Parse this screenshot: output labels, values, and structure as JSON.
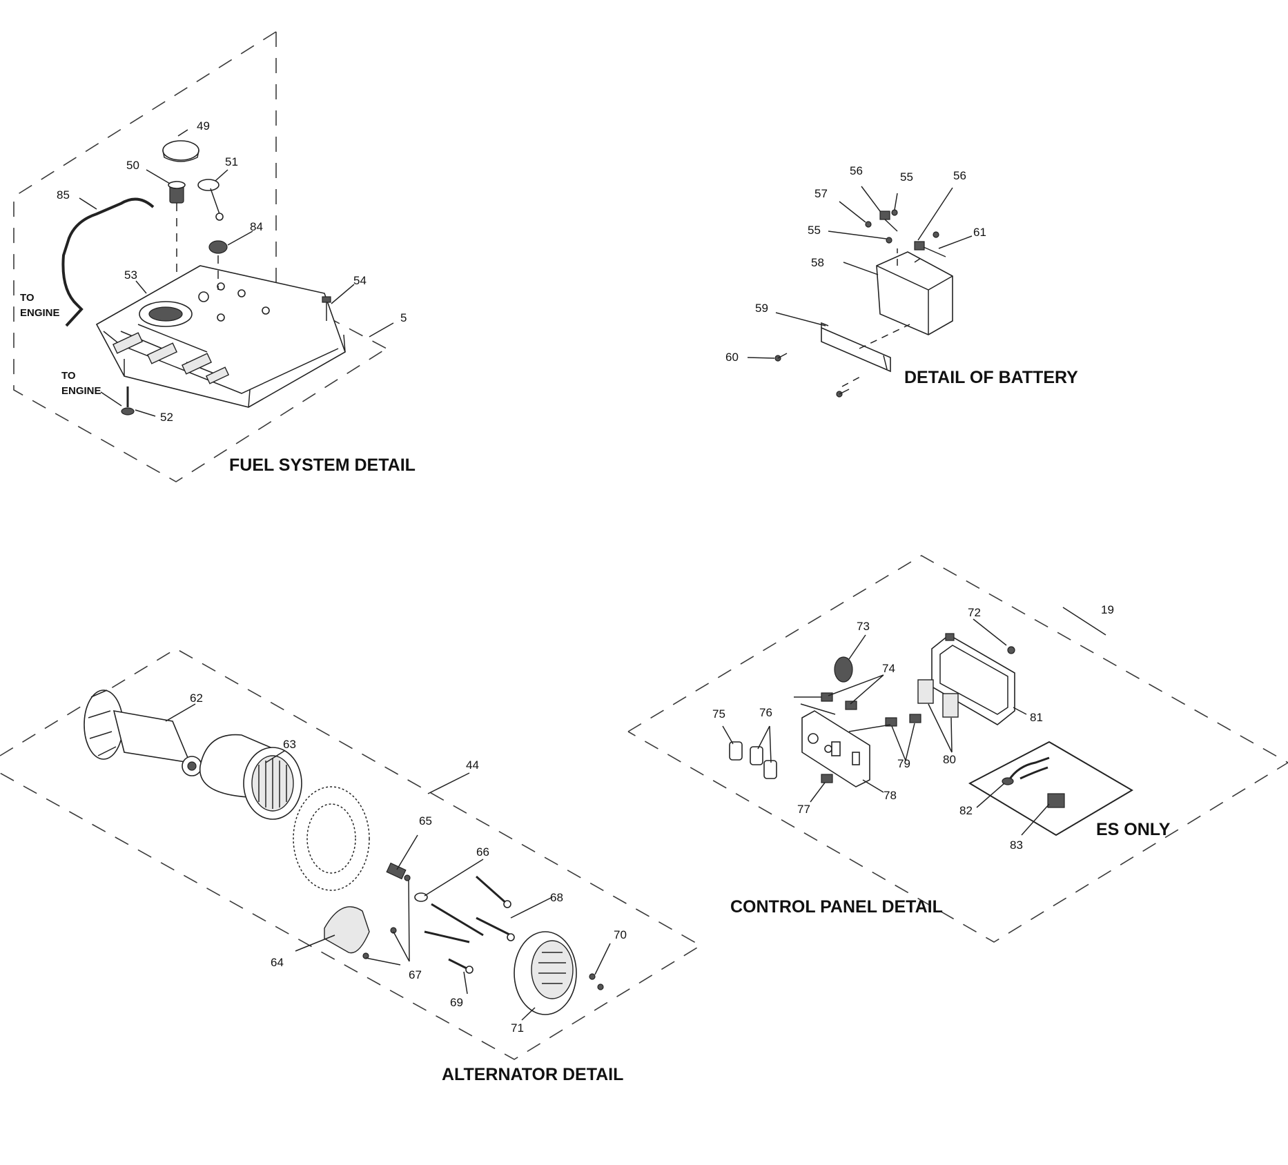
{
  "sections": {
    "fuel": "FUEL SYSTEM DETAIL",
    "battery": "DETAIL OF BATTERY",
    "alternator": "ALTERNATOR DETAIL",
    "control": "CONTROL PANEL DETAIL",
    "es_only": "ES ONLY"
  },
  "notes": {
    "to_engine_1a": "TO",
    "to_engine_1b": "ENGINE",
    "to_engine_2a": "TO",
    "to_engine_2b": "ENGINE"
  },
  "callouts": {
    "c49": "49",
    "c50": "50",
    "c51": "51",
    "c85": "85",
    "c84": "84",
    "c53": "53",
    "c54": "54",
    "c5": "5",
    "c52": "52",
    "c56a": "56",
    "c55a": "55",
    "c56b": "56",
    "c57": "57",
    "c55b": "55",
    "c61": "61",
    "c58": "58",
    "c59": "59",
    "c60": "60",
    "c62": "62",
    "c63": "63",
    "c44": "44",
    "c65": "65",
    "c66": "66",
    "c68": "68",
    "c70": "70",
    "c64": "64",
    "c67": "67",
    "c69": "69",
    "c71": "71",
    "c19": "19",
    "c72": "72",
    "c73": "73",
    "c74": "74",
    "c75": "75",
    "c76": "76",
    "c81": "81",
    "c79": "79",
    "c80": "80",
    "c77": "77",
    "c78": "78",
    "c82": "82",
    "c83": "83"
  }
}
